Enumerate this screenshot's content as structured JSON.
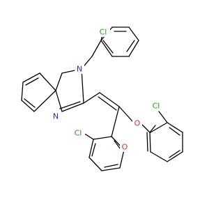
{
  "molecule": {
    "atom_labels": {
      "cl_top": "Cl",
      "n_benzyl": "N",
      "n_ring": "N",
      "cl_left": "Cl",
      "cl_right": "Cl",
      "o_ester": "O",
      "o_carbonyl": "O"
    },
    "colors": {
      "bond": "#000000",
      "chlorine": "#1fa01f",
      "nitrogen": "#1f2dd6",
      "oxygen": "#e0301e",
      "background": "#ffffff"
    }
  }
}
